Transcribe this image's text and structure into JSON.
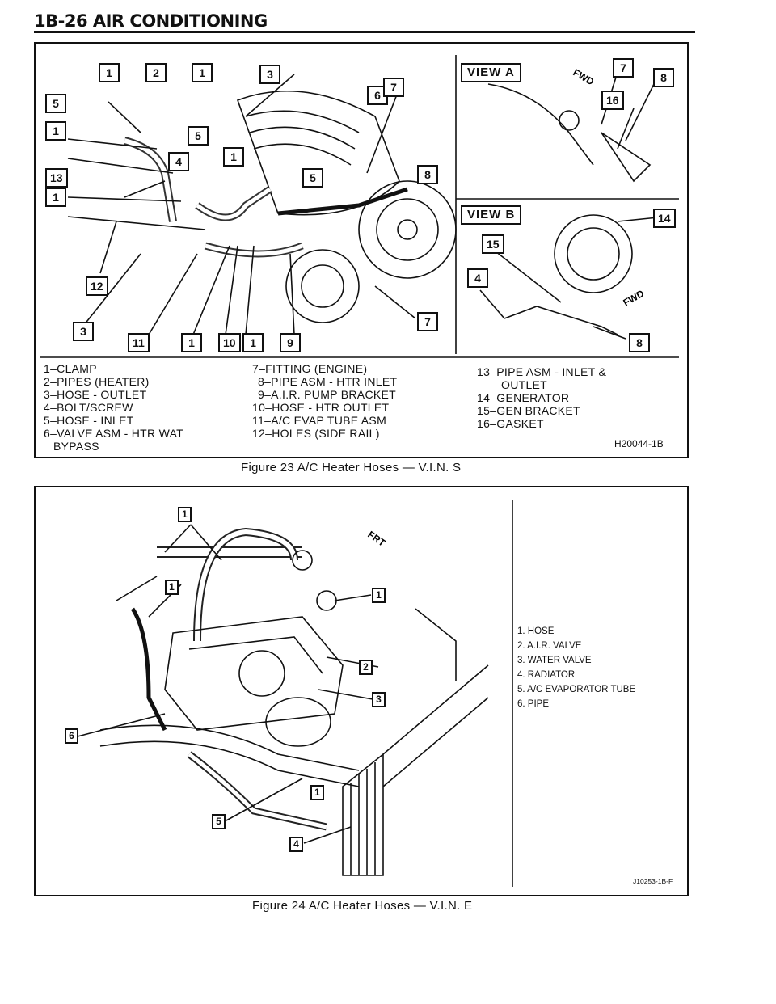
{
  "header": {
    "title": "1B-26 AIR CONDITIONING"
  },
  "figure23": {
    "caption": "Figure 23 A/C Heater Hoses — V.I.N. S",
    "code": "H20044-1B",
    "view_a": "VIEW A",
    "view_b": "VIEW B",
    "callouts": [
      "1",
      "2",
      "1",
      "3",
      "5",
      "6",
      "7",
      "1",
      "5",
      "1",
      "4",
      "13",
      "5",
      "8",
      "1",
      "12",
      "3",
      "11",
      "1",
      "10",
      "1",
      "9",
      "7",
      "7",
      "8",
      "16",
      "14",
      "15",
      "4",
      "8"
    ],
    "legend_col1": [
      "1–CLAMP",
      "2–PIPES (HEATER)",
      "3–HOSE - OUTLET",
      "4–BOLT/SCREW",
      "5–HOSE - INLET",
      "6–VALVE ASM - HTR WAT",
      "BYPASS"
    ],
    "legend_col2": [
      "7–FITTING (ENGINE)",
      "8–PIPE ASM - HTR INLET",
      "9–A.I.R. PUMP BRACKET",
      "10–HOSE - HTR OUTLET",
      "11–A/C EVAP TUBE ASM",
      "12–HOLES (SIDE RAIL)"
    ],
    "legend_col3": [
      "13–PIPE ASM - INLET &",
      "OUTLET",
      "14–GENERATOR",
      "15–GEN BRACKET",
      "16–GASKET"
    ]
  },
  "figure24": {
    "caption": "Figure 24 A/C Heater Hoses — V.I.N. E",
    "code": "J10253-1B-F",
    "frt": "FRT",
    "callouts": [
      "1",
      "1",
      "1",
      "2",
      "3",
      "6",
      "1",
      "5",
      "4"
    ],
    "legend": [
      "1. HOSE",
      "2. A.I.R. VALVE",
      "3. WATER VALVE",
      "4. RADIATOR",
      "5. A/C EVAPORATOR TUBE",
      "6. PIPE"
    ]
  }
}
